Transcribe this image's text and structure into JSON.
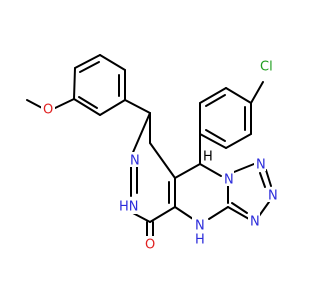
{
  "colors": {
    "background": "#ffffff",
    "bond": "#000000",
    "carbon": "#000000",
    "nitrogen": "#2b2bdb",
    "oxygen": "#e02020",
    "chlorine": "#1e9e1e"
  },
  "atoms": {
    "cl": {
      "text": "Cl",
      "element": "chlorine"
    },
    "ome": {
      "text": "O",
      "element": "oxygen"
    },
    "n1": {
      "text": "N",
      "element": "nitrogen"
    },
    "nh1": {
      "text": "HN",
      "element": "nitrogen"
    },
    "n2": {
      "text": "N",
      "element": "nitrogen"
    },
    "n3": {
      "text": "N",
      "element": "nitrogen"
    },
    "n4": {
      "text": "N",
      "element": "nitrogen"
    },
    "n5": {
      "text": "N",
      "element": "nitrogen"
    },
    "nh2": {
      "text": "N",
      "element": "nitrogen"
    },
    "h2": {
      "text": "H",
      "element": "nitrogen"
    },
    "oxo": {
      "text": "O",
      "element": "oxygen"
    },
    "ch": {
      "text": "H",
      "element": "carbon"
    }
  }
}
